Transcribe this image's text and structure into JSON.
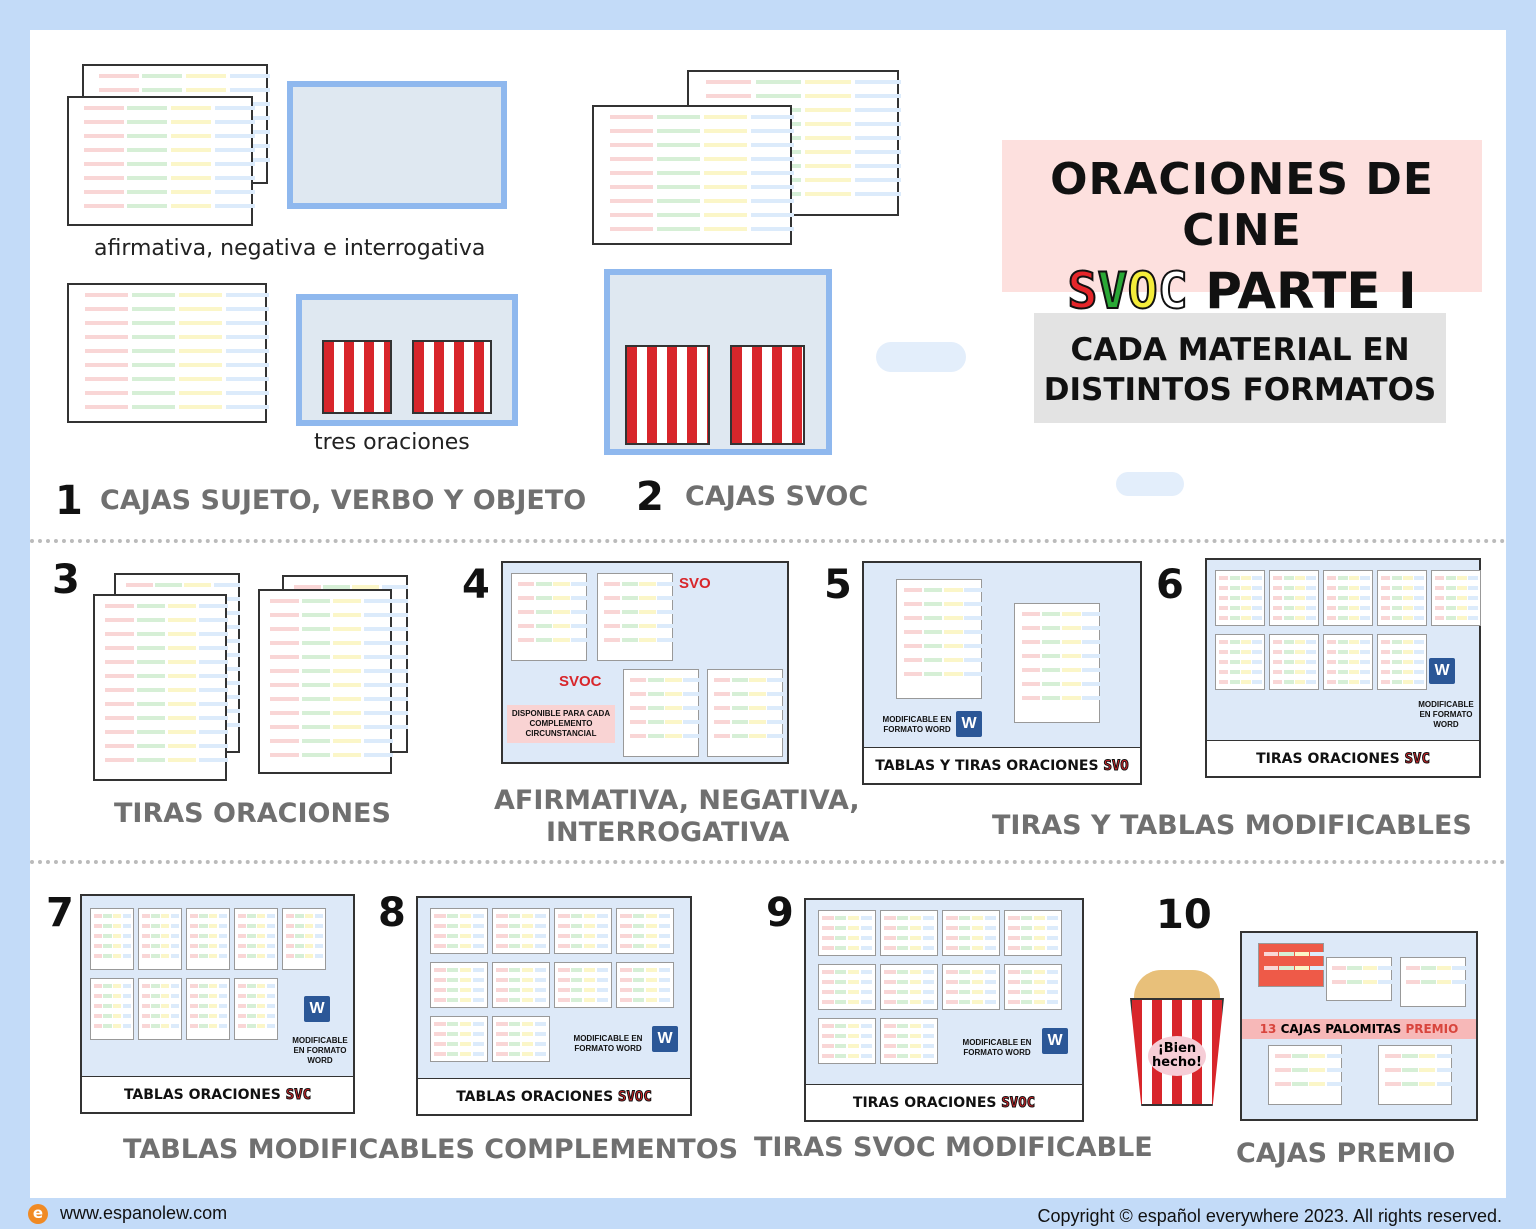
{
  "title": {
    "line1": "ORACIONES  DE CINE",
    "svoc": [
      "S",
      "V",
      "O",
      "C"
    ],
    "svoc_colors": [
      "#e5262a",
      "#2aa836",
      "#f4ec3a",
      "#ffffff"
    ],
    "line2": "PARTE I"
  },
  "subtitle": {
    "line1": "CADA MATERIAL EN",
    "line2": "DISTINTOS FORMATOS"
  },
  "captions": {
    "a": "afirmativa, negativa e interrogativa",
    "b": "tres oraciones"
  },
  "sections": [
    {
      "num": "1",
      "label": "CAJAS SUJETO, VERBO Y OBJETO"
    },
    {
      "num": "2",
      "label": "CAJAS SVOC"
    },
    {
      "num": "3",
      "label": "TIRAS ORACIONES"
    },
    {
      "num": "4",
      "label": "AFIRMATIVA, NEGATIVA,",
      "label2": "INTERROGATIVA",
      "inner": "DISPONIBLE PARA CADA COMPLEMENTO CIRCUNSTANCIAL",
      "badge": "SVO",
      "badge2": "SVOC"
    },
    {
      "num": "5",
      "bar": "TABLAS Y TIRAS ORACIONES",
      "bar_svo": "SVO",
      "word": "MODIFICABLE EN FORMATO WORD"
    },
    {
      "num": "6",
      "bar": "TIRAS ORACIONES",
      "bar_svo": "SVC",
      "word": "MODIFICABLE EN FORMATO WORD",
      "label": "TIRAS Y TABLAS MODIFICABLES"
    },
    {
      "num": "7",
      "bar": "TABLAS ORACIONES",
      "bar_svo": "SVC",
      "word": "MODIFICABLE EN FORMATO WORD",
      "label": "TABLAS MODIFICABLES COMPLEMENTOS"
    },
    {
      "num": "8",
      "bar": "TABLAS ORACIONES",
      "bar_svo": "SVOC",
      "word": "MODIFICABLE EN FORMATO WORD"
    },
    {
      "num": "9",
      "bar": "TIRAS ORACIONES",
      "bar_svo": "SVOC",
      "word": "MODIFICABLE EN FORMATO WORD",
      "label": "TIRAS SVOC MODIFICABLE"
    },
    {
      "num": "10",
      "label": "CAJAS PREMIO",
      "banner_num": "13",
      "banner_mid": "CAJAS PALOMITAS",
      "banner_end": "PREMIO",
      "bien": "¡Bien hecho!"
    }
  ],
  "word_icon": "W",
  "footer": {
    "site": "www.espanolew.com",
    "copyright": "Copyright © español everywhere 2023. All rights reserved.",
    "logo": "e"
  }
}
